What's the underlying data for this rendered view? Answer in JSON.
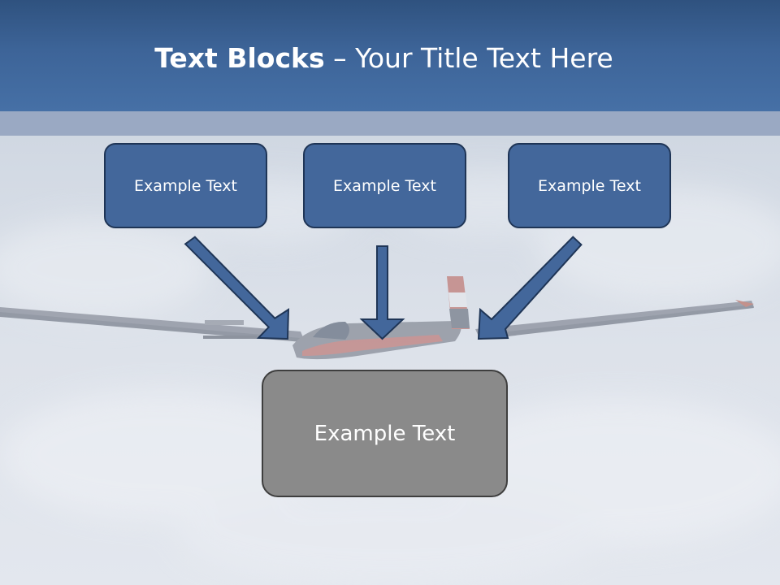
{
  "slide": {
    "title_bold": "Text Blocks",
    "title_separator": " – ",
    "title_rest": "Your Title Text Here",
    "boxes": [
      {
        "label": "Example Text"
      },
      {
        "label": "Example Text"
      },
      {
        "label": "Example Text"
      }
    ],
    "center_box": {
      "label": "Example Text"
    },
    "background_image": "glider-aircraft-in-cloudy-sky",
    "colors": {
      "header": "#3d6498",
      "header_band": "#9aa9c3",
      "box_fill": "#43679b",
      "box_border": "#1f3556",
      "center_fill": "#8a8a8a",
      "arrow_fill": "#43679b",
      "arrow_stroke": "#1f3556"
    }
  }
}
